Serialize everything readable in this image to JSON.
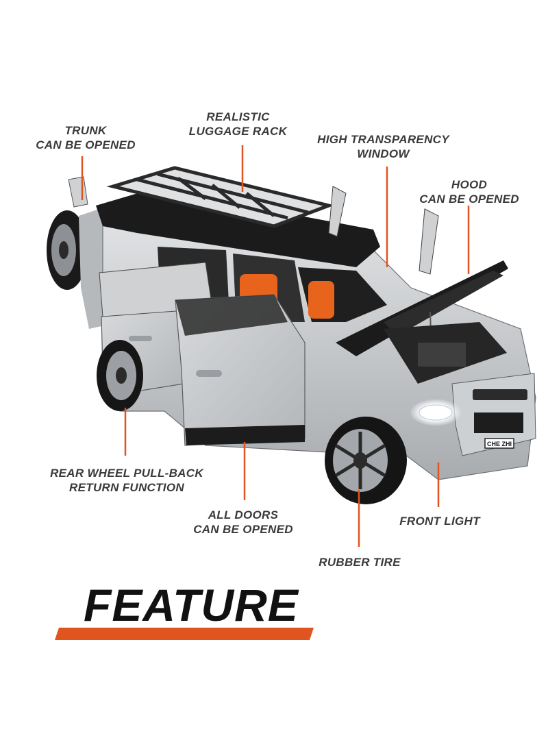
{
  "colors": {
    "accent": "#e0541f",
    "label_text": "#3a3a3a",
    "title_text": "#111111",
    "car_body": "#c9cbcd",
    "car_roof": "#1b1b1b",
    "interior": "#e8641c"
  },
  "callouts": {
    "trunk": [
      "TRUNK",
      "CAN BE OPENED"
    ],
    "luggage_rack": [
      "REALISTIC",
      "LUGGAGE RACK"
    ],
    "window": [
      "HIGH TRANSPARENCY",
      "WINDOW"
    ],
    "hood": [
      "HOOD",
      "CAN BE OPENED"
    ],
    "rear_wheel": [
      "REAR WHEEL PULL-BACK",
      "RETURN FUNCTION"
    ],
    "doors": [
      "ALL DOORS",
      "CAN BE OPENED"
    ],
    "front_light": [
      "FRONT LIGHT"
    ],
    "tire": [
      "RUBBER TIRE"
    ]
  },
  "car": {
    "plate_text": "CHE ZHI"
  },
  "feature": {
    "title": "FEATURE"
  }
}
